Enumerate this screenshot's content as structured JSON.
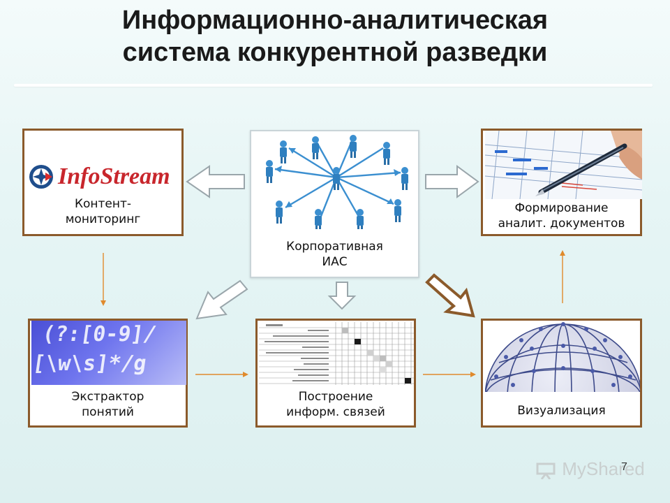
{
  "title": {
    "line1": "Информационно-аналитическая",
    "line2": "система конкурентной разведки"
  },
  "nodes": {
    "content_monitoring": {
      "logo_text": "InfoStream",
      "line1": "Контент-",
      "line2": "мониторинг",
      "icon": "infostream-logo"
    },
    "corporate_ias": {
      "line1": "Корпоративная",
      "line2": "ИАС",
      "icon": "network-people-icon"
    },
    "analytic_docs": {
      "line1": "Формирование",
      "line2": "аналит. документов",
      "icon": "pen-on-chart-icon"
    },
    "concept_extractor": {
      "line1": "Экстрактор",
      "line2": "понятий",
      "icon": "regex-image",
      "regex_line1": "(?:[0-9]/",
      "regex_line2": "[\\w\\s]*/g"
    },
    "info_links": {
      "line1": "Построение",
      "line2": "информ. связей",
      "icon": "matrix-table-icon"
    },
    "visualization": {
      "line1": "Визуализация",
      "icon": "sphere-network-icon"
    }
  },
  "watermark": {
    "text": "MyShared"
  },
  "page_number": "7",
  "colors": {
    "border": "#8b5a2b",
    "arrow": "#e08a2c",
    "bold_arrow": "#8b5a2b"
  }
}
